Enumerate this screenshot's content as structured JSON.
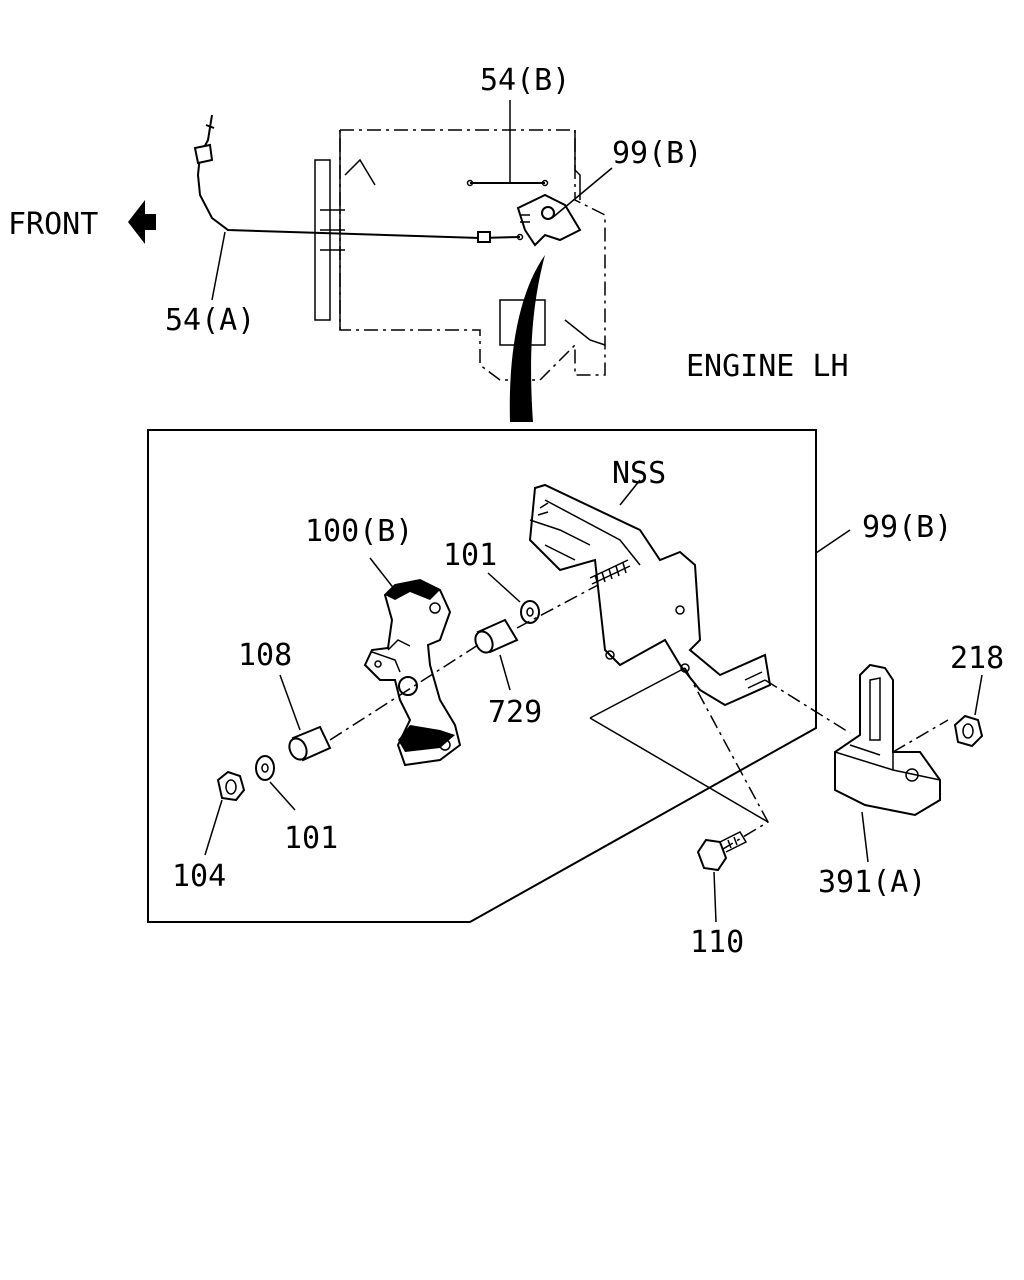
{
  "labels": {
    "front": "FRONT",
    "engine_side": "ENGINE LH",
    "cable_a": "54(A)",
    "cable_b": "54(B)",
    "bracket_assy_top": "99(B)",
    "bracket_assy_detail": "99(B)",
    "not_serviced": "NSS",
    "lever": "100(B)",
    "washer_upper": "101",
    "washer_lower": "101",
    "collar_108": "108",
    "collar_729": "729",
    "nut_104": "104",
    "nut_218": "218",
    "bolt_110": "110",
    "bracket_391": "391(A)"
  }
}
